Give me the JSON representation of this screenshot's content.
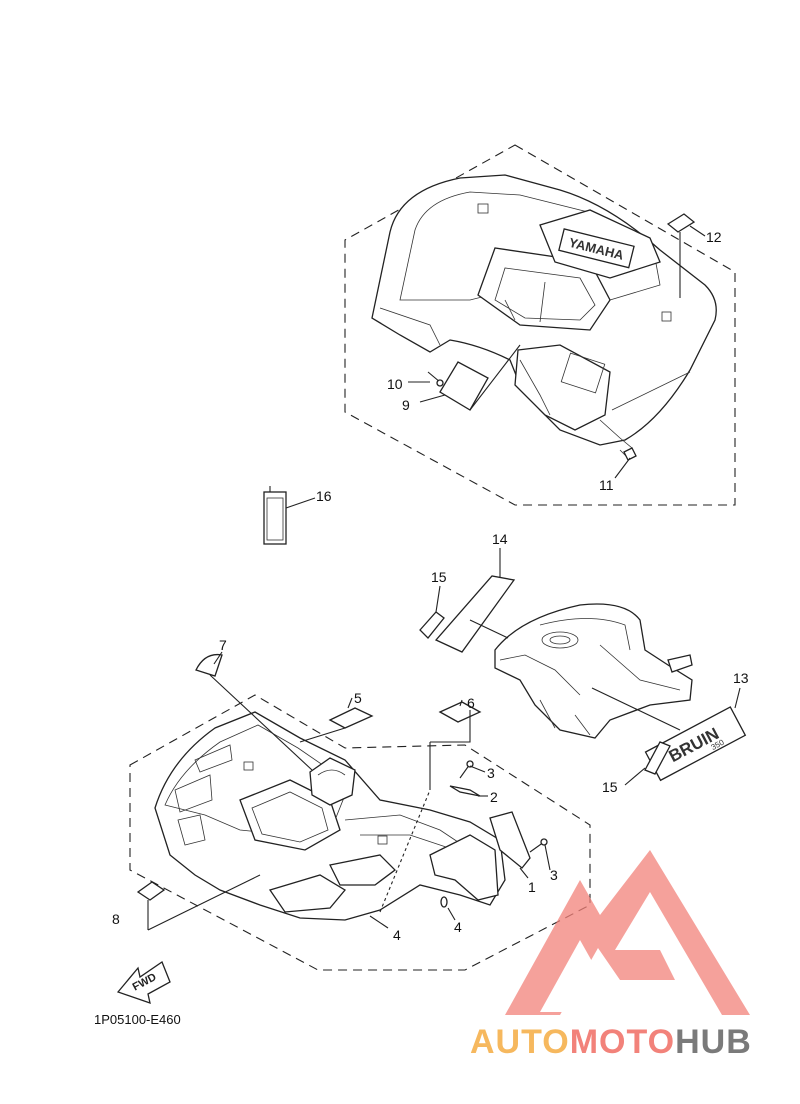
{
  "diagram": {
    "reference_code": "1P05100-E460",
    "fwd_label": "FWD",
    "decal_text_rear": "YAMAHA",
    "decal_text_side": "BRUIN",
    "decal_text_side_sub": "350",
    "callouts": [
      {
        "id": "callout-1",
        "label": "1"
      },
      {
        "id": "callout-2",
        "label": "2"
      },
      {
        "id": "callout-3a",
        "label": "3"
      },
      {
        "id": "callout-3b",
        "label": "3"
      },
      {
        "id": "callout-4a",
        "label": "4"
      },
      {
        "id": "callout-4b",
        "label": "4"
      },
      {
        "id": "callout-5",
        "label": "5"
      },
      {
        "id": "callout-6",
        "label": "6"
      },
      {
        "id": "callout-7",
        "label": "7"
      },
      {
        "id": "callout-8",
        "label": "8"
      },
      {
        "id": "callout-9",
        "label": "9"
      },
      {
        "id": "callout-10",
        "label": "10"
      },
      {
        "id": "callout-11",
        "label": "11"
      },
      {
        "id": "callout-12",
        "label": "12"
      },
      {
        "id": "callout-13",
        "label": "13"
      },
      {
        "id": "callout-14",
        "label": "14"
      },
      {
        "id": "callout-15a",
        "label": "15"
      },
      {
        "id": "callout-15b",
        "label": "15"
      },
      {
        "id": "callout-16",
        "label": "16"
      }
    ]
  },
  "watermark": {
    "brand_part1": "AUTO",
    "brand_part2": "MOTO",
    "brand_part3": "HUB",
    "color_light": "#f6b85e",
    "color_mid": "#f2827a",
    "color_dark": "#7a7a7a"
  }
}
